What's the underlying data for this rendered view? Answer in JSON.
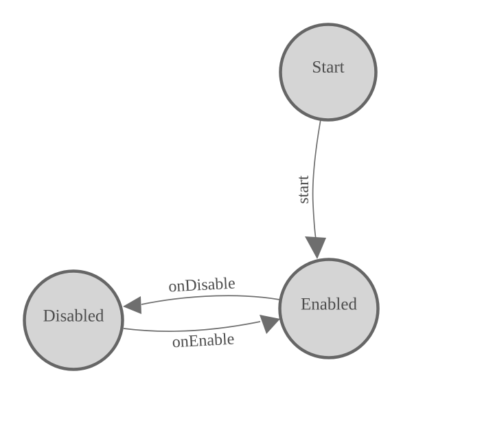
{
  "diagram": {
    "type": "finite-state-machine",
    "colors": {
      "background": "#ffffff",
      "node_fill": "#d5d5d5",
      "node_stroke": "#666666",
      "edge_stroke": "#6e6e6e",
      "label_color": "#4d4d4d"
    },
    "nodes": [
      {
        "id": "start",
        "label": "Start"
      },
      {
        "id": "enabled",
        "label": "Enabled"
      },
      {
        "id": "disabled",
        "label": "Disabled"
      }
    ],
    "edges": [
      {
        "id": "start",
        "label": "start",
        "from": "start",
        "to": "enabled"
      },
      {
        "id": "onDisable",
        "label": "onDisable",
        "from": "enabled",
        "to": "disabled"
      },
      {
        "id": "onEnable",
        "label": "onEnable",
        "from": "disabled",
        "to": "enabled"
      }
    ]
  }
}
